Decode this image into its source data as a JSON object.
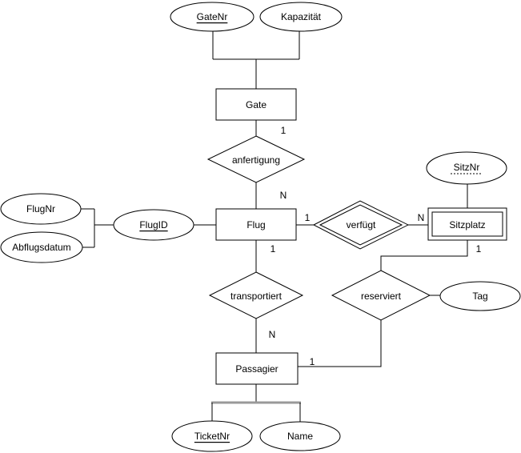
{
  "diagram": {
    "colors": {
      "background": "#ffffff",
      "stroke": "#000000",
      "highlight_line": "#999999"
    },
    "entities": {
      "gate": {
        "label": "Gate",
        "type": "entity"
      },
      "flug": {
        "label": "Flug",
        "type": "entity"
      },
      "sitzplatz": {
        "label": "Sitzplatz",
        "type": "weak-entity"
      },
      "passagier": {
        "label": "Passagier",
        "type": "entity"
      }
    },
    "relationships": {
      "anfertigung": {
        "label": "anfertigung",
        "type": "relationship"
      },
      "verfuegt": {
        "label": "verfügt",
        "type": "identifying-relationship"
      },
      "transportiert": {
        "label": "transportiert",
        "type": "relationship"
      },
      "reserviert": {
        "label": "reserviert",
        "type": "relationship"
      }
    },
    "attributes": {
      "gatenr": {
        "label": "GateNr",
        "key": "primary",
        "owner": "Gate"
      },
      "kapazitaet": {
        "label": "Kapazität",
        "owner": "Gate"
      },
      "flugnr": {
        "label": "FlugNr",
        "owner": "Flug"
      },
      "abflugsdatum": {
        "label": "Abflugsdatum",
        "owner": "Flug"
      },
      "flugid": {
        "label": "FlugID",
        "key": "primary",
        "owner": "Flug"
      },
      "sitznr": {
        "label": "SitzNr",
        "key": "partial",
        "owner": "Sitzplatz"
      },
      "tag": {
        "label": "Tag",
        "owner": "reserviert"
      },
      "ticketnr": {
        "label": "TicketNr",
        "key": "primary",
        "owner": "Passagier"
      },
      "name": {
        "label": "Name",
        "owner": "Passagier"
      }
    },
    "cardinalities": {
      "gate_anfertigung": "1",
      "anfertigung_flug": "N",
      "flug_verfuegt": "1",
      "verfuegt_sitzplatz": "N",
      "sitzplatz_reserviert": "1",
      "flug_transportiert": "1",
      "transportiert_passagier": "N",
      "passagier_reserviert": "1"
    }
  }
}
